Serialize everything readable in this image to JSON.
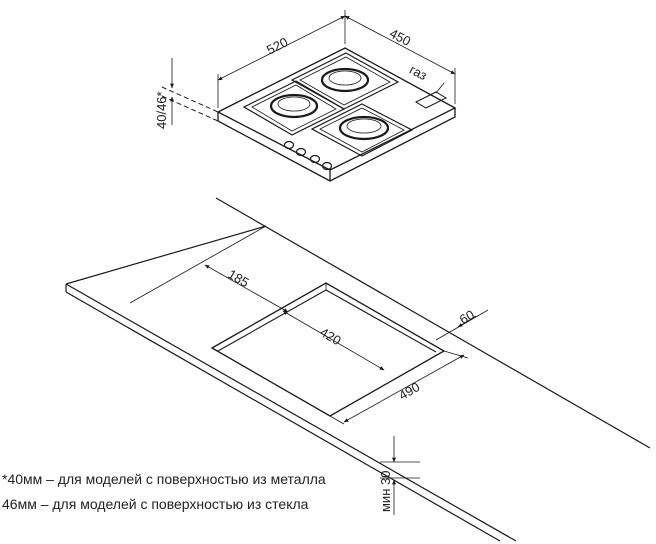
{
  "hob": {
    "dim_width": "520",
    "dim_depth": "450",
    "dim_height": "40/46*",
    "gas_label": "газ"
  },
  "cutout": {
    "dim_offset_front": "185",
    "dim_width": "420",
    "dim_depth": "490",
    "dim_offset_back": "60",
    "dim_min_thickness": "мин 30"
  },
  "notes": [
    "*40мм – для моделей с поверхностью из металла",
    "46мм – для моделей с поверхностью из стекла"
  ]
}
